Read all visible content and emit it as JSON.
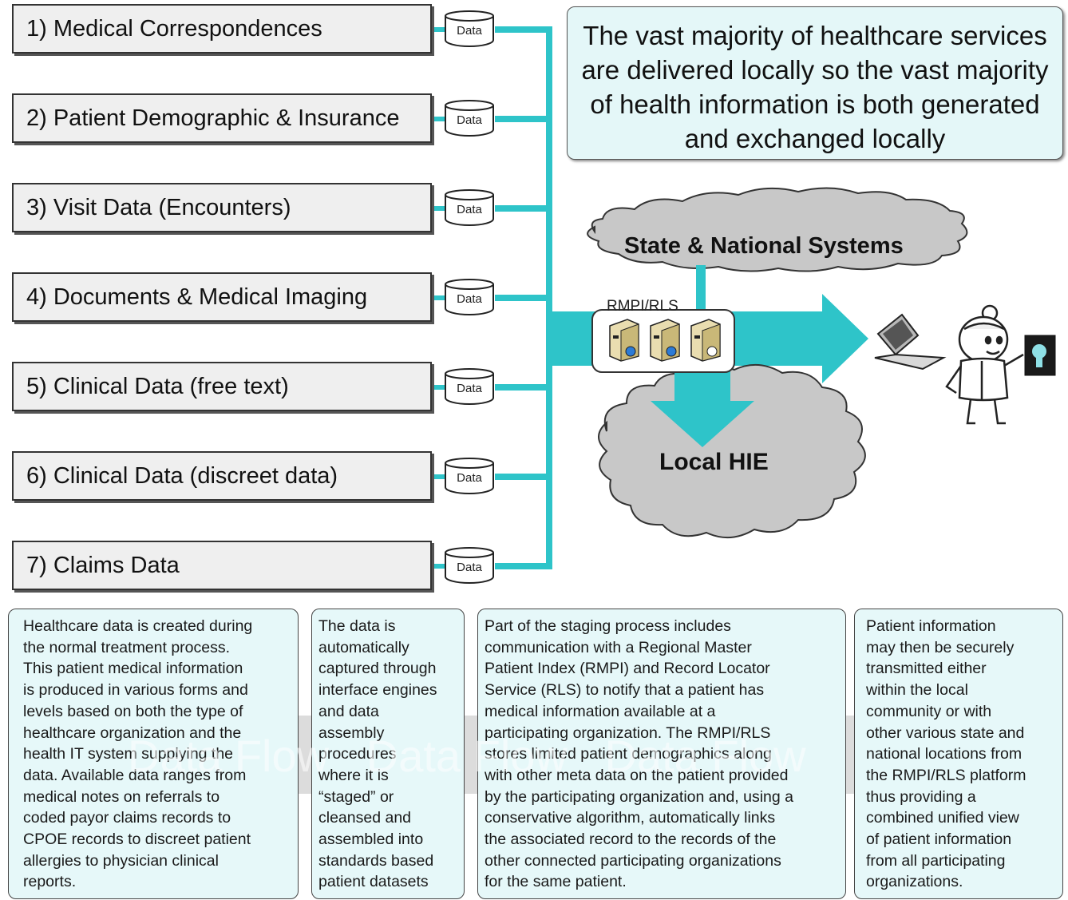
{
  "sources": [
    {
      "label": "1) Medical Correspondences",
      "db": "Data"
    },
    {
      "label": "2) Patient Demographic & Insurance",
      "db": "Data"
    },
    {
      "label": "3) Visit Data (Encounters)",
      "db": "Data"
    },
    {
      "label": "4) Documents & Medical Imaging",
      "db": "Data"
    },
    {
      "label": "5) Clinical Data (free text)",
      "db": "Data"
    },
    {
      "label": "6) Clinical Data (discreet data)",
      "db": "Data"
    },
    {
      "label": "7) Claims Data",
      "db": "Data"
    }
  ],
  "callout": "The vast majority of healthcare services are delivered locally so the vast majority of health information is both generated and exchanged locally",
  "state_cloud": "State & National Systems",
  "local_cloud": "Local HIE",
  "rmpi_label": "RMPI/RLS",
  "flow_watermark": "Data Flow   Data Flow   Data Flow",
  "info": [
    "Healthcare data is created during\nthe normal treatment process.\nThis patient medical information\nis produced in various forms and\nlevels based on both the type of\nhealthcare organization and the\nhealth IT system supplying the\ndata.  Available data ranges from\nmedical notes on referrals to\ncoded payor claims records to\nCPOE records to discreet patient\nallergies to physician clinical\nreports.",
    "The data is\nautomatically\ncaptured through\ninterface engines\nand data\nassembly\nprocedures\nwhere it is\n“staged” or\ncleansed and\nassembled into\nstandards based\npatient datasets",
    "Part of the staging process includes\ncommunication with a Regional Master\nPatient Index (RMPI) and Record Locator\nService (RLS) to notify that a patient has\nmedical information available at a\nparticipating organization.  The RMPI/RLS\nstores limited patient demographics along\nwith other meta data on the patient provided\nby the participating organization and, using a\nconservative algorithm, automatically links\nthe associated record to the records of the\nother connected participating organizations\nfor the same patient.",
    "Patient information\nmay then be securely\ntransmitted either\nwithin the local\ncommunity or with\nother various state and\nnational locations from\nthe RMPI/RLS platform\nthus providing a\ncombined unified view\nof patient information\nfrom all participating\norganizations."
  ],
  "colors": {
    "teal": "#2ec4c9",
    "cloud": "#c8c8c8",
    "callout_bg": "#e4f7f8",
    "box_bg": "#efefef"
  },
  "icons": [
    "database-icon",
    "server-icon",
    "laptop-icon",
    "doctor-icon",
    "xray-icon"
  ]
}
